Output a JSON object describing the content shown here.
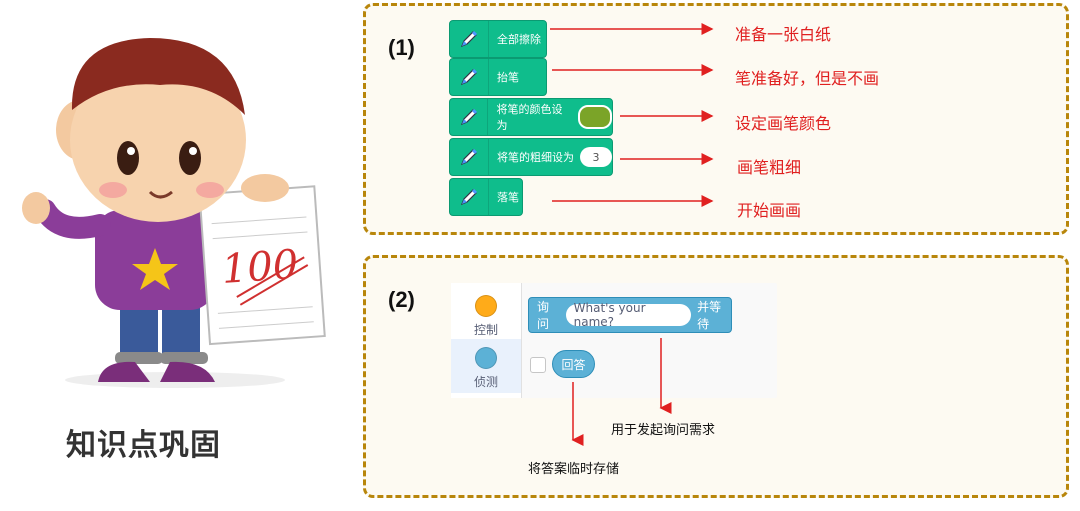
{
  "title": "知识点巩固",
  "section1": {
    "number": "(1)",
    "blocks": [
      {
        "label": "全部擦除"
      },
      {
        "label": "抬笔"
      },
      {
        "label": "将笔的颜色设为"
      },
      {
        "label": "将笔的粗细设为",
        "value": "3"
      },
      {
        "label": "落笔"
      }
    ],
    "descriptions": [
      "准备一张白纸",
      "笔准备好，但是不画",
      "设定画笔颜色",
      "画笔粗细",
      "开始画画"
    ],
    "colors": {
      "pen_block": "#0fbd8c",
      "pen_color_swatch": "#7ba428",
      "desc_text": "#e02020"
    }
  },
  "section2": {
    "number": "(2)",
    "categories": [
      {
        "label": "控制",
        "color": "#ffab19"
      },
      {
        "label": "侦测",
        "color": "#5cb1d6"
      }
    ],
    "ask_block": {
      "prefix": "询问",
      "placeholder": "What's your name?",
      "suffix": "并等待"
    },
    "answer_block": {
      "label": "回答"
    },
    "notes": {
      "ask": "用于发起询问需求",
      "answer": "将答案临时存储"
    }
  },
  "illustration": {
    "paper_score": "100"
  }
}
